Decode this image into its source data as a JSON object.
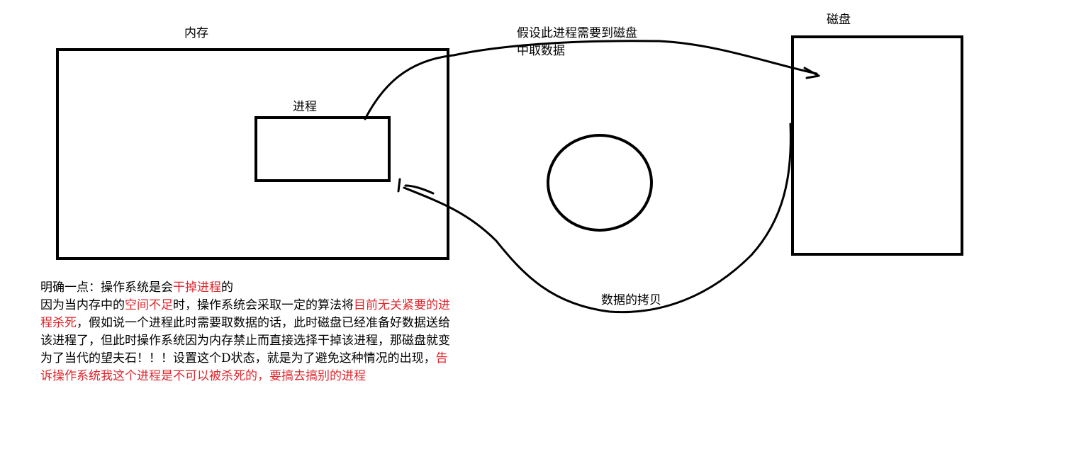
{
  "labels": {
    "memory": "内存",
    "process": "进程",
    "disk": "磁盘",
    "assumption_line1": "假设此进程需要到磁盘",
    "assumption_line2": "中取数据",
    "data_copy": "数据的拷贝"
  },
  "note": {
    "segments": [
      {
        "text": "明确一点：操作系统是会",
        "red": false
      },
      {
        "text": "干掉进程",
        "red": true
      },
      {
        "text": "的",
        "red": false
      },
      {
        "text": "因为当内存中的",
        "red": false,
        "newline": true
      },
      {
        "text": "空间不足",
        "red": true
      },
      {
        "text": "时，操作系统会采取一定的算法将",
        "red": false
      },
      {
        "text": "目前无关紧要的进程杀死",
        "red": true
      },
      {
        "text": "，假如说一个进程此时需要取数据的话，此时磁盘已经准备好数据送给该进程了，但此时操作系统因为内存禁止而直接选择干掉该进程，那磁盘就变为了当代的望夫石！！！设置这个D状态，就是为了避免这种情况的出现，",
        "red": false
      },
      {
        "text": "告诉操作系统我这个进程是不可以被杀死的，要搞去搞别的进程",
        "red": true
      }
    ]
  },
  "colors": {
    "stroke": "#000000",
    "highlight": "#e0262c",
    "background": "#ffffff"
  }
}
